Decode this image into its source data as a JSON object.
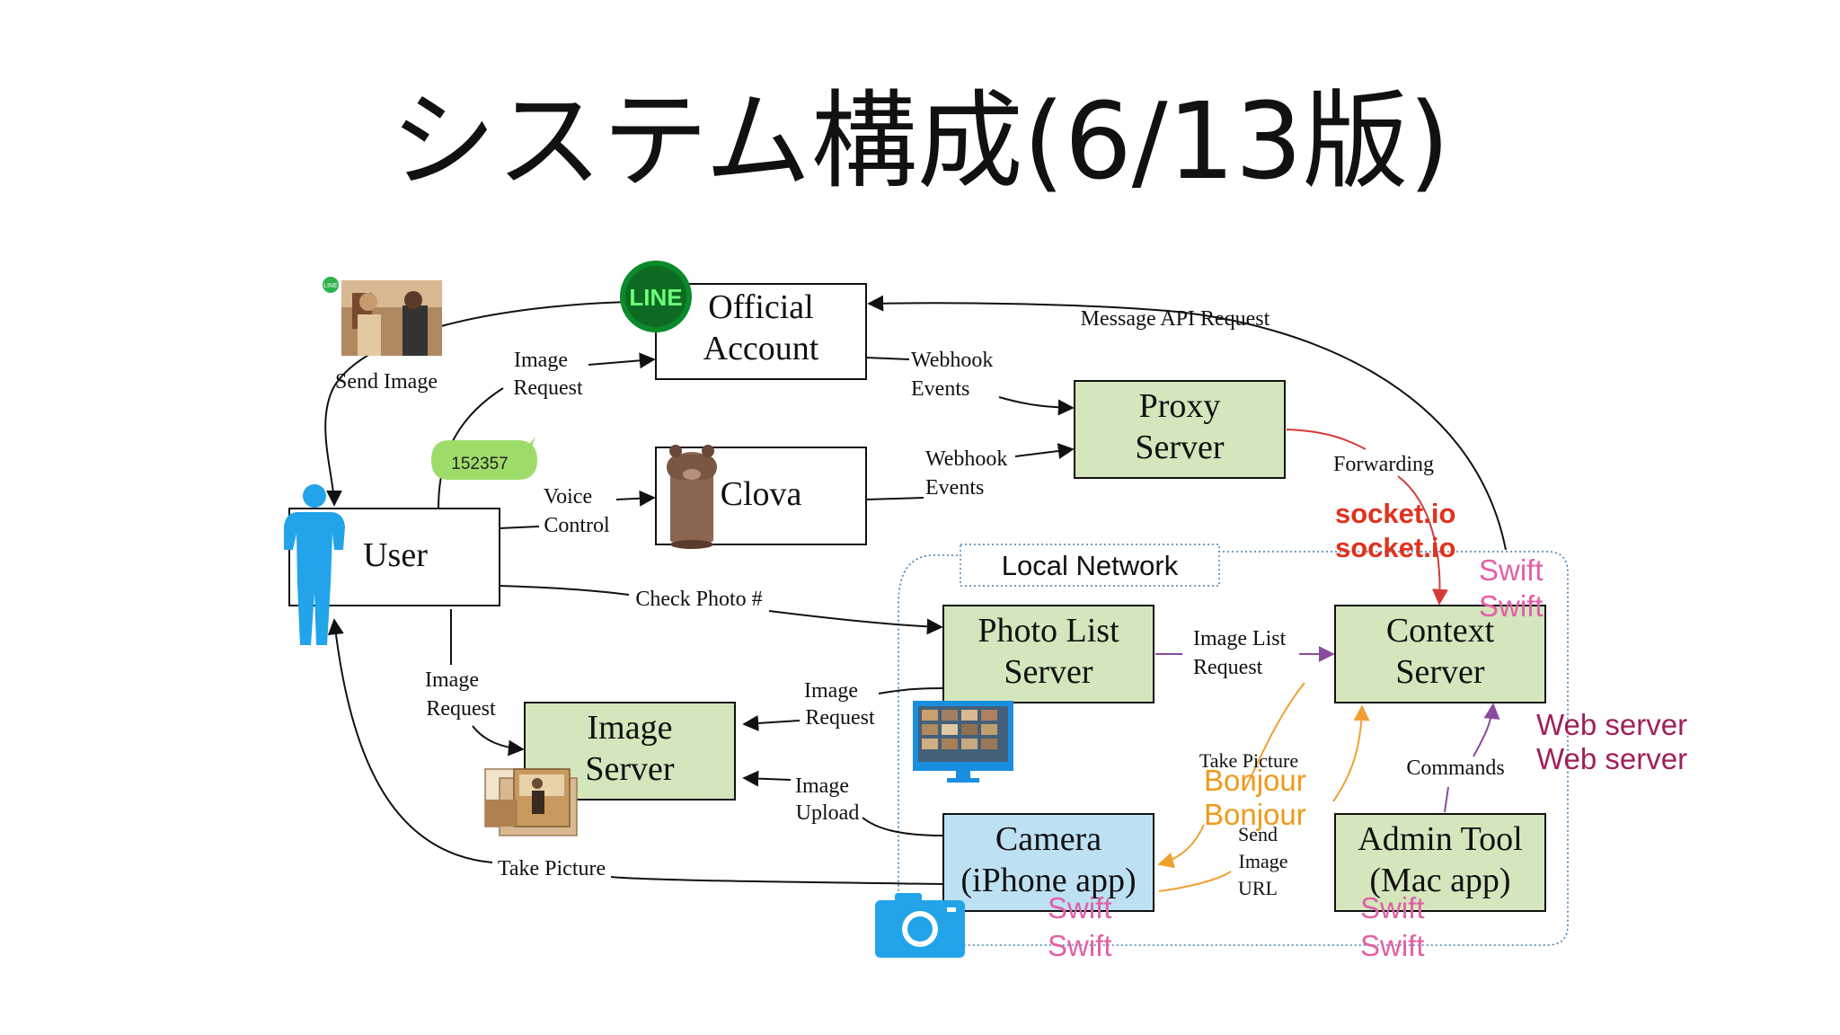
{
  "title": "システム構成(6/13版)",
  "colors": {
    "node_green": "#d3e6bc",
    "node_blue": "#bde1f3",
    "arrow_black": "#111111",
    "arrow_red": "#d33a3a",
    "arrow_purple": "#8a4a9e",
    "arrow_orange": "#f0a030",
    "tech_red": "#e0321e",
    "tech_pink": "#e35fa8",
    "tech_orange": "#ee9a1a",
    "tech_maroon": "#a0205a",
    "network_dotted": "#3f7fb0",
    "person_icon": "#22a3ea",
    "camera_icon": "#22a3ea"
  },
  "nodes": {
    "user": "User",
    "official_account": [
      "Official",
      "Account"
    ],
    "clova": "Clova",
    "proxy_server": [
      "Proxy",
      "Server"
    ],
    "photo_list_server": [
      "Photo List",
      "Server"
    ],
    "context_server": [
      "Context",
      "Server"
    ],
    "image_server": [
      "Image",
      "Server"
    ],
    "camera": [
      "Camera",
      "(iPhone app)"
    ],
    "admin_tool": [
      "Admin Tool",
      "(Mac app)"
    ]
  },
  "badges": {
    "line_logo": "LINE",
    "line_small": "LINE",
    "code_bubble": "152357",
    "local_network": "Local Network"
  },
  "edge_labels": {
    "send_image": "Send Image",
    "image_request_top": [
      "Image",
      "Request"
    ],
    "message_api_request": "Message API Request",
    "webhook_events_1": [
      "Webhook",
      "Events"
    ],
    "webhook_events_2": [
      "Webhook",
      "Events"
    ],
    "forwarding": "Forwarding",
    "voice_control": [
      "Voice",
      "Control"
    ],
    "check_photo": "Check Photo #",
    "image_list_request": [
      "Image List",
      "Request"
    ],
    "image_request_left": [
      "Image",
      "Request"
    ],
    "image_request_mid": [
      "Image",
      "Request"
    ],
    "image_upload": [
      "Image",
      "Upload"
    ],
    "take_picture_bottom": "Take Picture",
    "take_picture_local": "Take Picture",
    "send_image_url": [
      "Send",
      "Image",
      "URL"
    ],
    "commands": "Commands"
  },
  "tech_labels": {
    "socketio": [
      "socket.io",
      "socket.io"
    ],
    "swift_context": [
      "Swift",
      "Swift"
    ],
    "web_server": [
      "Web server",
      "Web server"
    ],
    "bonjour": [
      "Bonjour",
      "Bonjour"
    ],
    "swift_camera": [
      "Swift",
      "Swift"
    ],
    "swift_admin": [
      "Swift",
      "Swift"
    ]
  },
  "icons": {
    "person": "person-silhouette-icon",
    "camera": "camera-icon",
    "monitor": "monitor-photo-grid-icon",
    "clova_speaker": "clova-speaker-icon",
    "photo_stack": "photo-stack-icon",
    "profile_photo": "profile-photo-icon",
    "line_logo": "line-logo-icon"
  }
}
